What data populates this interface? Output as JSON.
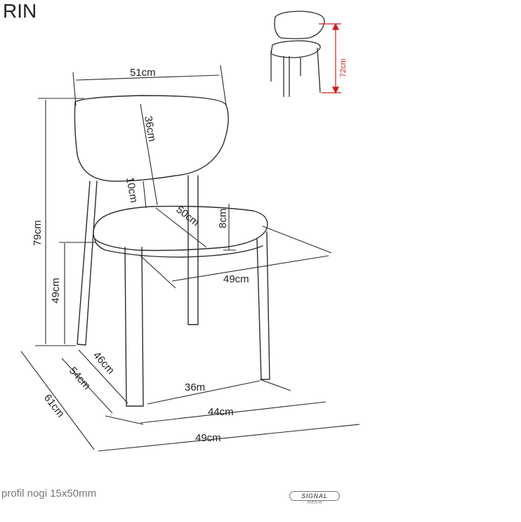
{
  "title": "RIN",
  "footer_note": "profil nogi 15x50mm",
  "brand": {
    "name": "SIGNAL",
    "sub": "meble"
  },
  "dimensions": {
    "back_width": "51cm",
    "back_height": "36cm",
    "total_height": "79cm",
    "back_gap": "10cm",
    "seat_depth": "50cm",
    "seat_thickness": "8cm",
    "seat_width": "49cm",
    "seat_height": "49cm",
    "inner_depth": "46cm",
    "mid_depth": "54cm",
    "total_depth": "61cm",
    "inner_width": "36m",
    "mid_width": "44cm",
    "total_width": "49cm",
    "armrest_height": "72cm"
  },
  "colors": {
    "line": "#2b2b2b",
    "highlight": "#d21a1a",
    "text": "#222222"
  }
}
